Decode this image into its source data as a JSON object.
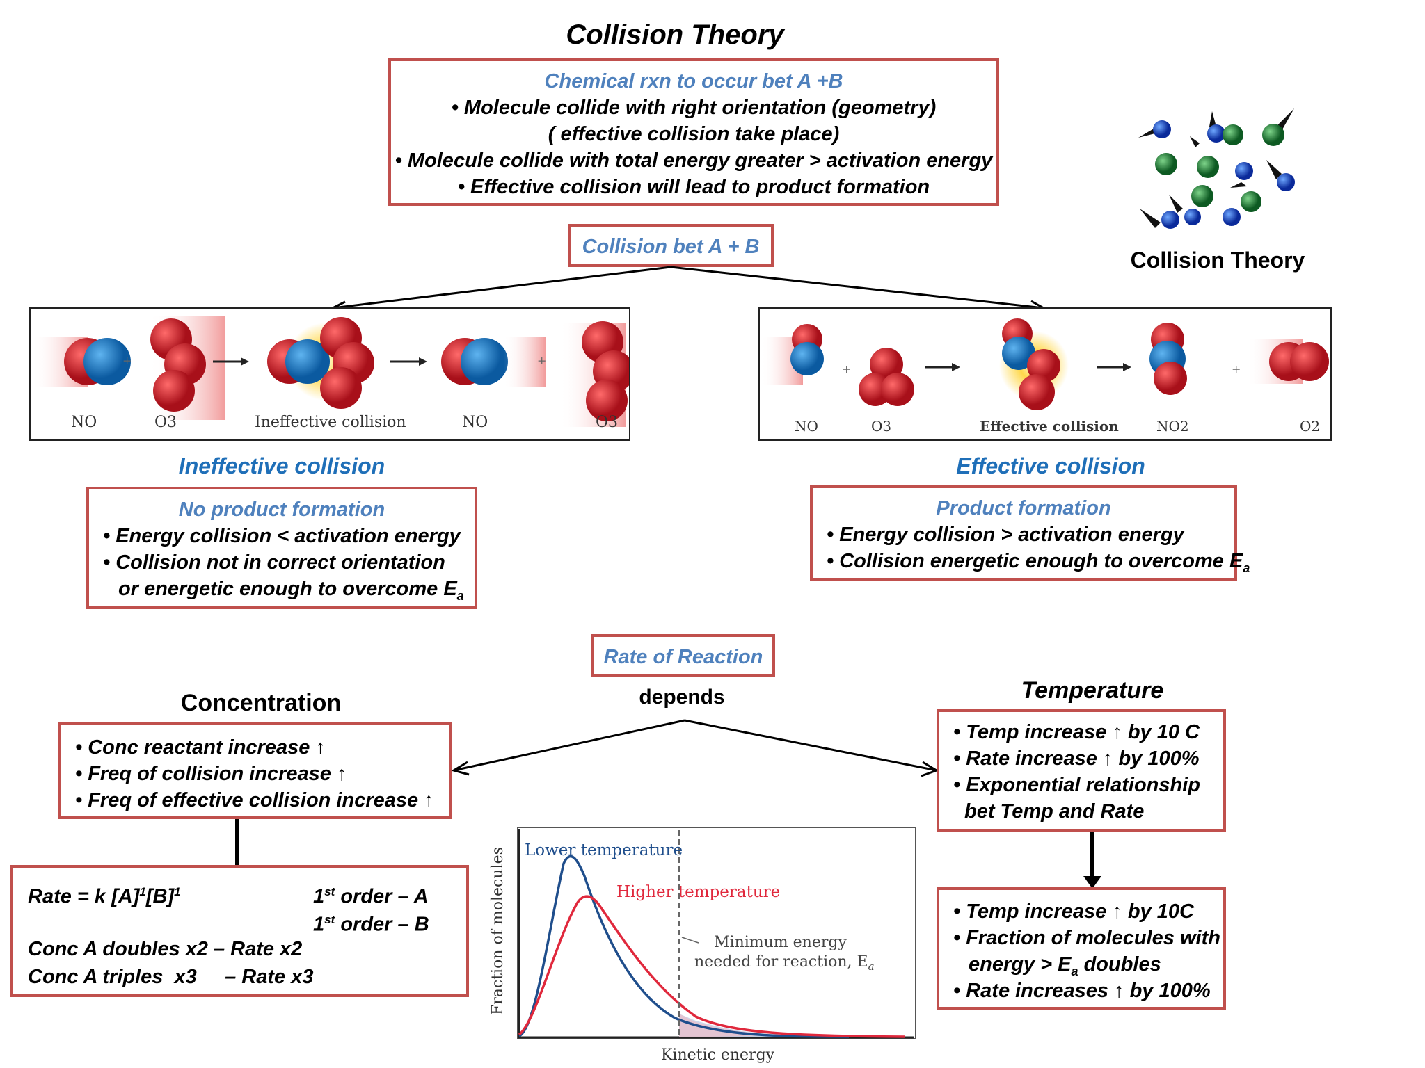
{
  "title": "Collision Theory",
  "top_box": {
    "heading": "Chemical rxn to occur bet A +B",
    "lines": [
      "• Molecule collide with right orientation (geometry)",
      "( effective collision take place)",
      "• Molecule collide with total energy greater > activation energy",
      "• Effective collision will lead to product formation"
    ]
  },
  "collision_box": "Collision bet  A  + B",
  "molecule_caption": "Collision Theory",
  "ineffective_image": {
    "labels": [
      "NO",
      "O3",
      "Ineffective collision",
      "NO",
      "O3"
    ],
    "plus": "+"
  },
  "effective_image": {
    "labels": [
      "NO",
      "O3",
      "Effective collision",
      "NO2",
      "O2"
    ],
    "plus": "+"
  },
  "ineffective": {
    "title": "Ineffective collision",
    "heading": "No product formation",
    "lines": [
      "• Energy collision < activation energy",
      "• Collision not in correct orientation",
      "or energetic enough to overcome E",
      "a"
    ]
  },
  "effective": {
    "title": "Effective collision",
    "heading": "Product formation",
    "lines": [
      "• Energy collision > activation energy",
      "• Collision energetic enough to overcome E",
      "a"
    ]
  },
  "rate_box": "Rate of Reaction",
  "depends": "depends",
  "concentration": {
    "title": "Concentration",
    "lines": [
      "• Conc reactant increase ↑",
      "• Freq of collision increase ↑",
      "• Freq of effective collision increase ↑"
    ]
  },
  "rate_law": {
    "rate_prefix": "Rate = k [A]",
    "sup1": "1",
    "rate_mid": "[B]",
    "sup2": "1",
    "order_a": "1",
    "order_a_sup": "st",
    "order_a_text": " order – A",
    "order_b": "1",
    "order_b_sup": "st",
    "order_b_text": " order – B",
    "line3": "Conc A doubles  x2 – Rate x2",
    "line4": "Conc A triples  x3     – Rate x3"
  },
  "temperature": {
    "title": "Temperature",
    "lines": [
      "• Temp increase ↑ by 10 C",
      "• Rate increase ↑ by 100%",
      "• Exponential relationship",
      "bet Temp and Rate"
    ]
  },
  "temperature2": {
    "line1": "• Temp increase ↑ by 10C",
    "line2": "• Fraction of molecules with",
    "line3a": "energy > E",
    "line3sub": "a",
    "line3b": " doubles",
    "line4": "• Rate increases ↑ by 100%"
  },
  "chart_data": {
    "type": "line",
    "xlabel": "Kinetic energy",
    "ylabel": "Fraction of molecules",
    "series": [
      {
        "name": "Lower temperature",
        "color": "#1f4e8c"
      },
      {
        "name": "Higher temperature",
        "color": "#e0283c"
      }
    ],
    "annotation": "Minimum energy",
    "annotation2": "needed for reaction, E",
    "annotation_sub": "a"
  },
  "colors": {
    "box_border": "#c0504d",
    "heading_blue": "#4f81bd",
    "title_blue": "#1f6fb8"
  }
}
